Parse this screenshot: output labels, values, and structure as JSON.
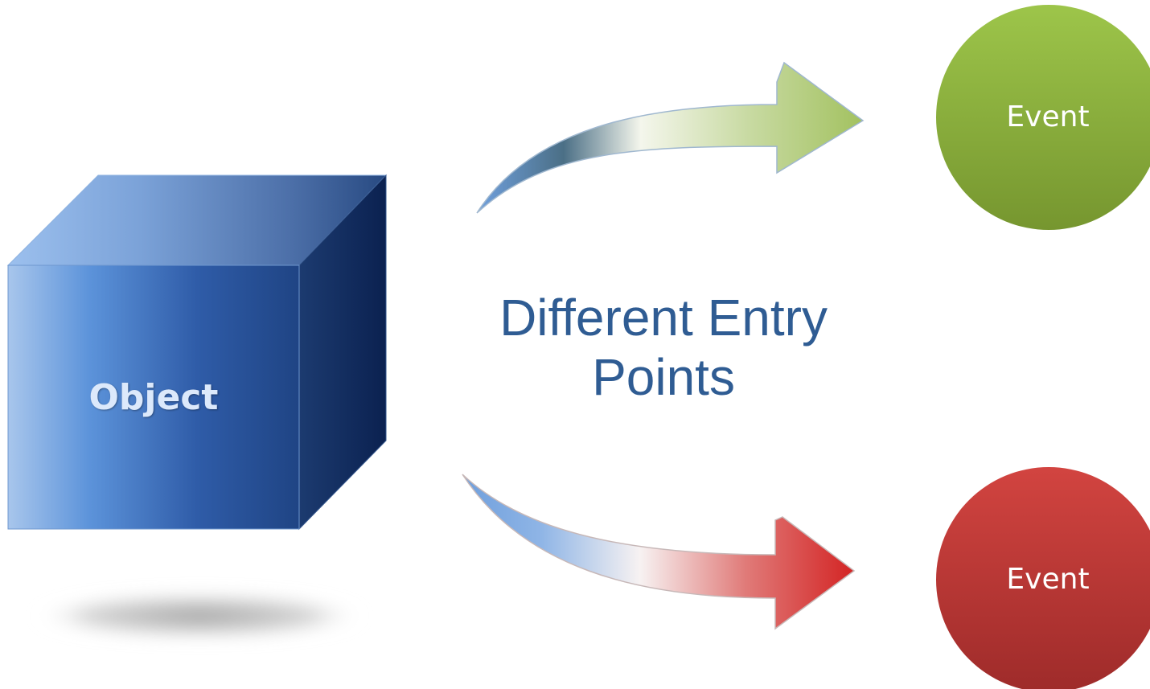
{
  "object": {
    "label": "Object"
  },
  "title": {
    "line1": "Different Entry",
    "line2": "Points"
  },
  "events": [
    {
      "label": "Event",
      "color": "#8bb03c"
    },
    {
      "label": "Event",
      "color": "#c23a37"
    }
  ],
  "colors": {
    "cube_front_light": "#a9c7ec",
    "cube_front_mid": "#4a82cc",
    "cube_front_dark": "#1f4484",
    "cube_side": "#12305f",
    "arrow_start": "#7ea7dd",
    "arrow_top_end": "#a6c46a",
    "arrow_bottom_end": "#d9302e",
    "title_text": "#2f5c93"
  }
}
